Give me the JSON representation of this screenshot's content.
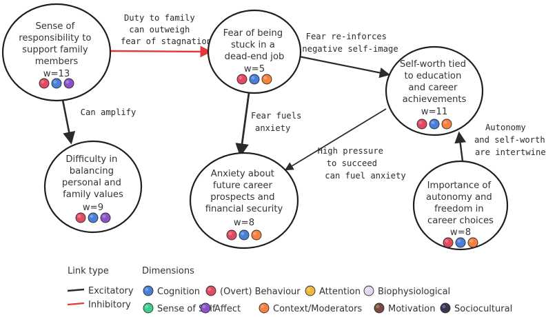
{
  "colors": {
    "excitatory": "#2b2b2b",
    "inhibitory": "#e03a3a",
    "cognition": "#4a7fd8",
    "behaviour": "#e04b62",
    "attention": "#f0b83a",
    "biophysiological": "#e3d6ee",
    "sense_of_self": "#3ccf8e",
    "affect": "#8a52c9",
    "context": "#f5813e",
    "motivation": "#7a4a40",
    "sociocultural": "#3a3550"
  },
  "nodes": [
    {
      "id": "responsibility",
      "lines": [
        "Sense of",
        "responsibility to",
        "support family",
        "members"
      ],
      "weight": "w=13",
      "dims": [
        "behaviour",
        "cognition",
        "affect"
      ]
    },
    {
      "id": "fear-dead-end",
      "lines": [
        "Fear of being",
        "stuck in a",
        "dead-end job"
      ],
      "weight": "w=5",
      "dims": [
        "behaviour",
        "cognition",
        "context"
      ]
    },
    {
      "id": "self-worth",
      "lines": [
        "Self-worth tied",
        "to education",
        "and career",
        "achievements"
      ],
      "weight": "w=11",
      "dims": [
        "behaviour",
        "cognition",
        "context"
      ]
    },
    {
      "id": "balancing",
      "lines": [
        "Difficulty in",
        "balancing",
        "personal and",
        "family values"
      ],
      "weight": "w=9",
      "dims": [
        "behaviour",
        "cognition",
        "affect"
      ]
    },
    {
      "id": "anxiety",
      "lines": [
        "Anxiety about",
        "future career",
        "prospects and",
        "financial security"
      ],
      "weight": "w=8",
      "dims": [
        "behaviour",
        "cognition",
        "context"
      ]
    },
    {
      "id": "autonomy",
      "lines": [
        "Importance of",
        "autonomy and",
        "freedom in",
        "career choices"
      ],
      "weight": "w=8",
      "dims": [
        "behaviour",
        "cognition",
        "context"
      ]
    }
  ],
  "edges": [
    {
      "id": "duty",
      "type": "inhibitory",
      "label": [
        "Duty to family",
        "can outweigh",
        "fear of stagnation"
      ]
    },
    {
      "id": "reinforces",
      "type": "excitatory",
      "label": [
        "Fear re-inforces",
        "negative self-image"
      ]
    },
    {
      "id": "amplify",
      "type": "excitatory",
      "label": [
        "Can amplify"
      ]
    },
    {
      "id": "fuels",
      "type": "excitatory",
      "label": [
        "Fear fuels",
        "anxiety"
      ]
    },
    {
      "id": "pressure",
      "type": "excitatory",
      "label": [
        "High pressure",
        "to succeed",
        "can fuel anxiety"
      ]
    },
    {
      "id": "intertwined",
      "type": "excitatory",
      "label": [
        "Autonomy",
        "and self-worth",
        "are intertwined"
      ]
    }
  ],
  "legend": {
    "link_type_title": "Link type",
    "dimensions_title": "Dimensions",
    "link_types": [
      {
        "key": "excitatory",
        "label": "Excitatory"
      },
      {
        "key": "inhibitory",
        "label": "Inhibitory"
      }
    ],
    "dimensions": [
      {
        "key": "cognition",
        "label": "Cognition"
      },
      {
        "key": "behaviour",
        "label": "(Overt) Behaviour"
      },
      {
        "key": "attention",
        "label": "Attention"
      },
      {
        "key": "biophysiological",
        "label": "Biophysiological"
      },
      {
        "key": "sense_of_self",
        "label": "Sense of Self"
      },
      {
        "key": "affect",
        "label": "Affect"
      },
      {
        "key": "context",
        "label": "Context/Moderators"
      },
      {
        "key": "motivation",
        "label": "Motivation"
      },
      {
        "key": "sociocultural",
        "label": "Sociocultural"
      }
    ]
  }
}
